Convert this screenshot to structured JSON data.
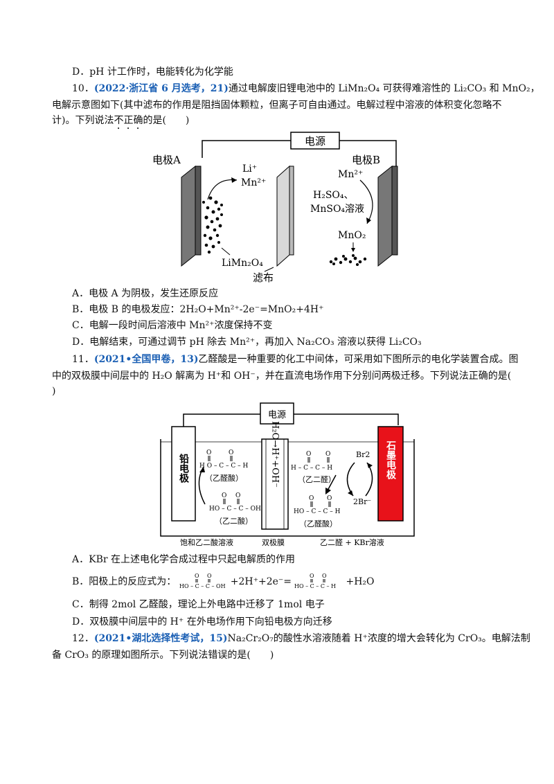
{
  "q9": {
    "optD": "D．pH 计工作时，电能转化为化学能"
  },
  "q10": {
    "num": "10．",
    "source": "(2022·浙江省 6 月选考，21)",
    "stem_l1": "通过电解废旧锂电池中的 LiMn₂O₄ 可获得难溶性的 Li₂CO₃ 和 MnO₂，",
    "stem_l2": "电解示意图如下(其中滤布的作用是阻挡固体颗粒，但离子可自由通过。电解过程中溶液的体积变化忽略不",
    "stem_l3_a": "计)。下列说法",
    "stem_l3_b": "不正确",
    "stem_l3_c": "的是(　　)",
    "fig": {
      "power": "电源",
      "electrodeA": "电极A",
      "electrodeB": "电极B",
      "ion_li": "Li⁺",
      "ion_mn": "Mn²⁺",
      "ion_mn_b": "Mn²⁺",
      "sol_1": "H₂SO₄、",
      "sol_2": "MnSO₄溶液",
      "mno2": "MnO₂",
      "limn2o4": "LiMn₂O₄",
      "filter": "滤布"
    },
    "optA": "A．电极 A 为阴极，发生还原反应",
    "optB": "B．电极 B 的电极发应：2H₂O+Mn²⁺-2e⁻=MnO₂+4H⁺",
    "optC": "C．电解一段时间后溶液中 Mn²⁺浓度保持不变",
    "optD": "D．电解结束，可通过调节 pH 除去 Mn²⁺，再加入 Na₂CO₃ 溶液以获得 Li₂CO₃"
  },
  "q11": {
    "num": "11．",
    "source": "(2021•全国甲卷，13)",
    "stem_l1": "乙醛酸是一种重要的化工中间体，可采用如下图所示的电化学装置合成。图",
    "stem_l2": "中的双极膜中间层中的 H₂O 解离为 H⁺和 OH⁻，并在直流电场作用下分别问两极迁移。下列说法正确的是(",
    "stem_l3": ")",
    "fig": {
      "power": "电源",
      "lead": "铅电极",
      "graphite": "石墨电极",
      "membrane": "H₂O→H⁺+OH⁻",
      "glyoxylic_l": "（乙醛酸）",
      "oxalic": "（乙二酸）",
      "glyoxal": "（乙二醛）",
      "glyoxylic_r": "（乙醛酸）",
      "br2": "Br2",
      "br_minus": "2Br⁻",
      "bottom_l": "饱和乙二酸溶液",
      "bottom_m": "双极膜",
      "bottom_r": "乙二醛 + KBr溶液"
    },
    "optA": "A．KBr 在上述电化学合成过程中只起电解质的作用",
    "optB_a": "B．阳极上的反应式为：",
    "optB_b": "+2H⁺+2e⁻=",
    "optB_c": "+H₂O",
    "optC": "C．制得 2mol 乙醛酸，理论上外电路中迁移了 1mol 电子",
    "optD": "D．双极膜中间层中的 H⁺ 在外电场作用下向铅电极方向迁移"
  },
  "q12": {
    "num": "12．",
    "source": "(2021•湖北选择性考试，15)",
    "stem_l1": "Na₂Cr₂O₇的酸性水溶液随着 H⁺浓度的增大会转化为 CrO₃。电解法制",
    "stem_l2": "备 CrO₃ 的原理如图所示。下列说法错误的是(　　)"
  }
}
